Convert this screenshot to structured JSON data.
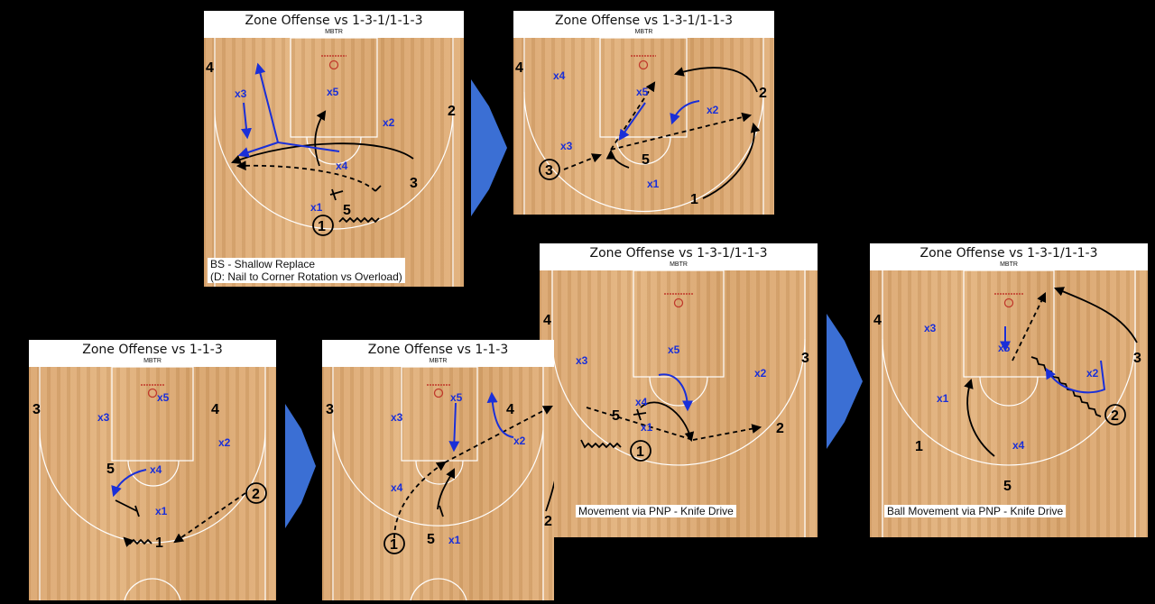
{
  "colors": {
    "offense": "#000000",
    "defense": "#1a2fd8",
    "rim": "#c0392b",
    "court": "#dfae78",
    "arrow": "#3b6fd4"
  },
  "panels": [
    {
      "id": "p1",
      "title": "Zone Offense vs 1-3-1/1-1-3",
      "subtitle": "MBTR",
      "caption": "BS - Shallow Replace",
      "caption2": "(D: Nail to Corner Rotation vs Overload)",
      "labels": {
        "o4": "4",
        "o2": "2",
        "o3": "3",
        "o5": "5",
        "o1": "1",
        "x3": "x3",
        "x5": "x5",
        "x2": "x2",
        "x4": "x4",
        "x1": "x1"
      }
    },
    {
      "id": "p2",
      "title": "Zone Offense vs 1-3-1/1-1-3",
      "subtitle": "MBTR",
      "labels": {
        "o4": "4",
        "x4": "x4",
        "x5": "x5",
        "o2": "2",
        "x2": "x2",
        "x3": "x3",
        "o3": "3",
        "o5": "5",
        "x1": "x1",
        "o1": "1"
      }
    },
    {
      "id": "p3",
      "title": "Zone Offense vs 1-3-1/1-1-3",
      "subtitle": "MBTR",
      "caption": "Movement via PNP - Knife Drive",
      "labels": {
        "o4": "4",
        "x3": "x3",
        "x5": "x5",
        "o3": "3",
        "x2": "x2",
        "x4": "x4",
        "o5": "5",
        "x1": "x1",
        "o1": "1",
        "o2": "2"
      }
    },
    {
      "id": "p4",
      "title": "Zone Offense vs 1-3-1/1-1-3",
      "subtitle": "MBTR",
      "caption": "Ball Movement via PNP - Knife Drive",
      "labels": {
        "o4": "4",
        "x3": "x3",
        "x5": "x5",
        "o3": "3",
        "x2": "x2",
        "x1": "x1",
        "o1": "1",
        "x4": "x4",
        "o2": "2",
        "o5": "5"
      }
    },
    {
      "id": "p5",
      "title": "Zone Offense vs 1-1-3",
      "subtitle": "MBTR",
      "labels": {
        "o3": "3",
        "o4": "4",
        "x3": "x3",
        "x5": "x5",
        "x2": "x2",
        "o5": "5",
        "x4": "x4",
        "o2": "2",
        "x1": "x1",
        "o1": "1"
      }
    },
    {
      "id": "p6",
      "title": "Zone Offense vs 1-1-3",
      "subtitle": "MBTR",
      "labels": {
        "o3": "3",
        "o4": "4",
        "x3": "x3",
        "x5": "x5",
        "x2": "x2",
        "x4": "x4",
        "o1": "1",
        "o5": "5",
        "x1": "x1",
        "o2": "2"
      }
    }
  ]
}
